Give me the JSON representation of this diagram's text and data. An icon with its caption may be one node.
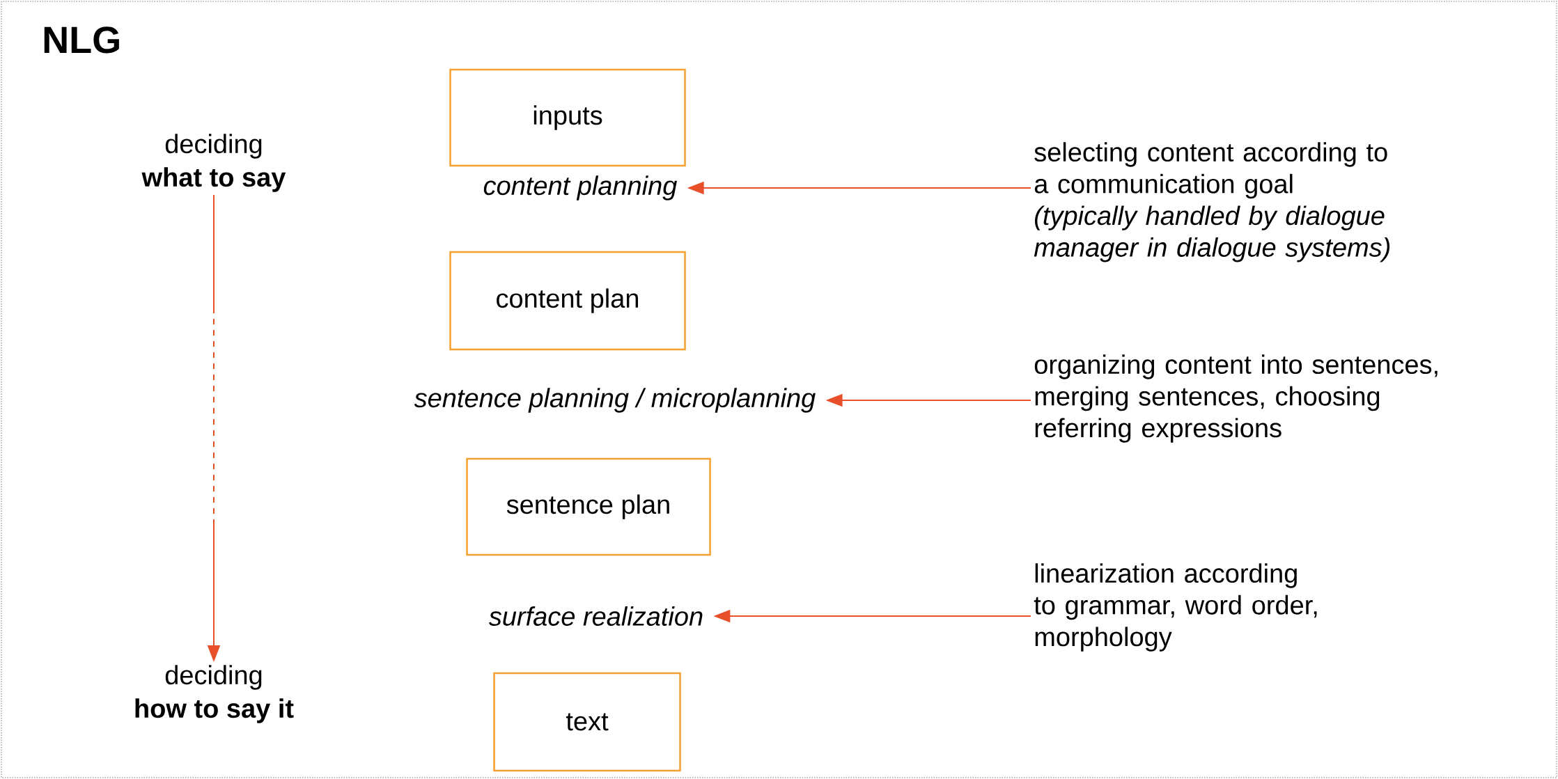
{
  "diagram": {
    "title": "NLG",
    "nodes": [
      {
        "text": [
          "inputs"
        ]
      },
      {
        "text": [
          "content plan"
        ]
      },
      {
        "text": [
          "sentence plan"
        ]
      },
      {
        "text": [
          "text"
        ]
      },
      {
        "text": [
          "content planning"
        ]
      },
      {
        "text": [
          "sentence planning / microplanning"
        ]
      },
      {
        "text": [
          "surface realization"
        ]
      },
      {
        "text": [
          "selecting content according to a communication goal",
          "(typically handled by dialogue manager in dialogue systems)"
        ]
      },
      {
        "text": [
          "organizing content into sentences, merging sentences, choosing referring expressions"
        ]
      },
      {
        "text": [
          "linearization according to grammar, word order, morphology"
        ]
      },
      {
        "text": [
          "deciding",
          "what to say"
        ]
      },
      {
        "text": [
          "deciding",
          "how to say it"
        ]
      }
    ],
    "edges": [
      {
        "from": 7,
        "to": 4,
        "arrow": "to",
        "color": "#e8502a"
      },
      {
        "from": 8,
        "to": 5,
        "arrow": "to",
        "color": "#e8502a"
      },
      {
        "from": 9,
        "to": 6,
        "arrow": "to",
        "color": "#e8502a"
      },
      {
        "from": 10,
        "to": 11,
        "arrow": "to",
        "style": "dashed",
        "color": "#e8502a"
      }
    ]
  }
}
